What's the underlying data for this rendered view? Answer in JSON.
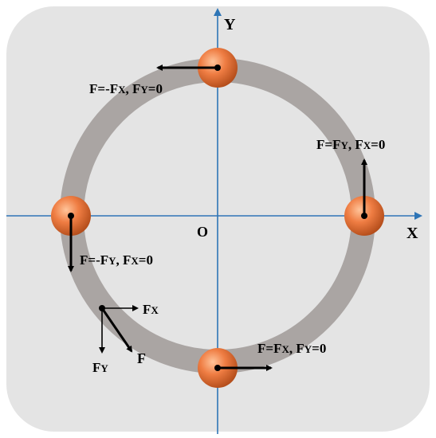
{
  "colors": {
    "panel": "#e4e4e4",
    "ring": "#aaa5a3",
    "axis": "#2e75b6",
    "ball": "#e8733a",
    "vector": "#000000"
  },
  "axes": {
    "x_label": "X",
    "y_label": "Y",
    "origin_label": "O"
  },
  "balls": [
    {
      "position": "top",
      "text_lines": [
        [
          "F=-F",
          "X",
          ", F",
          "Y",
          "=0"
        ]
      ]
    },
    {
      "position": "right",
      "text_lines": [
        [
          "F=F",
          "Y",
          ", F",
          "X",
          "=0"
        ]
      ]
    },
    {
      "position": "left",
      "text_lines": [
        [
          "F=-F",
          "Y",
          ", F",
          "X",
          "=0"
        ]
      ]
    },
    {
      "position": "bottom",
      "text_lines": [
        [
          "F=F",
          "X",
          ", F",
          "Y",
          "=0"
        ]
      ]
    }
  ],
  "decomposition": {
    "fx_label": [
      "F",
      "X"
    ],
    "fy_label": [
      "F",
      "Y"
    ],
    "f_label": "F"
  }
}
